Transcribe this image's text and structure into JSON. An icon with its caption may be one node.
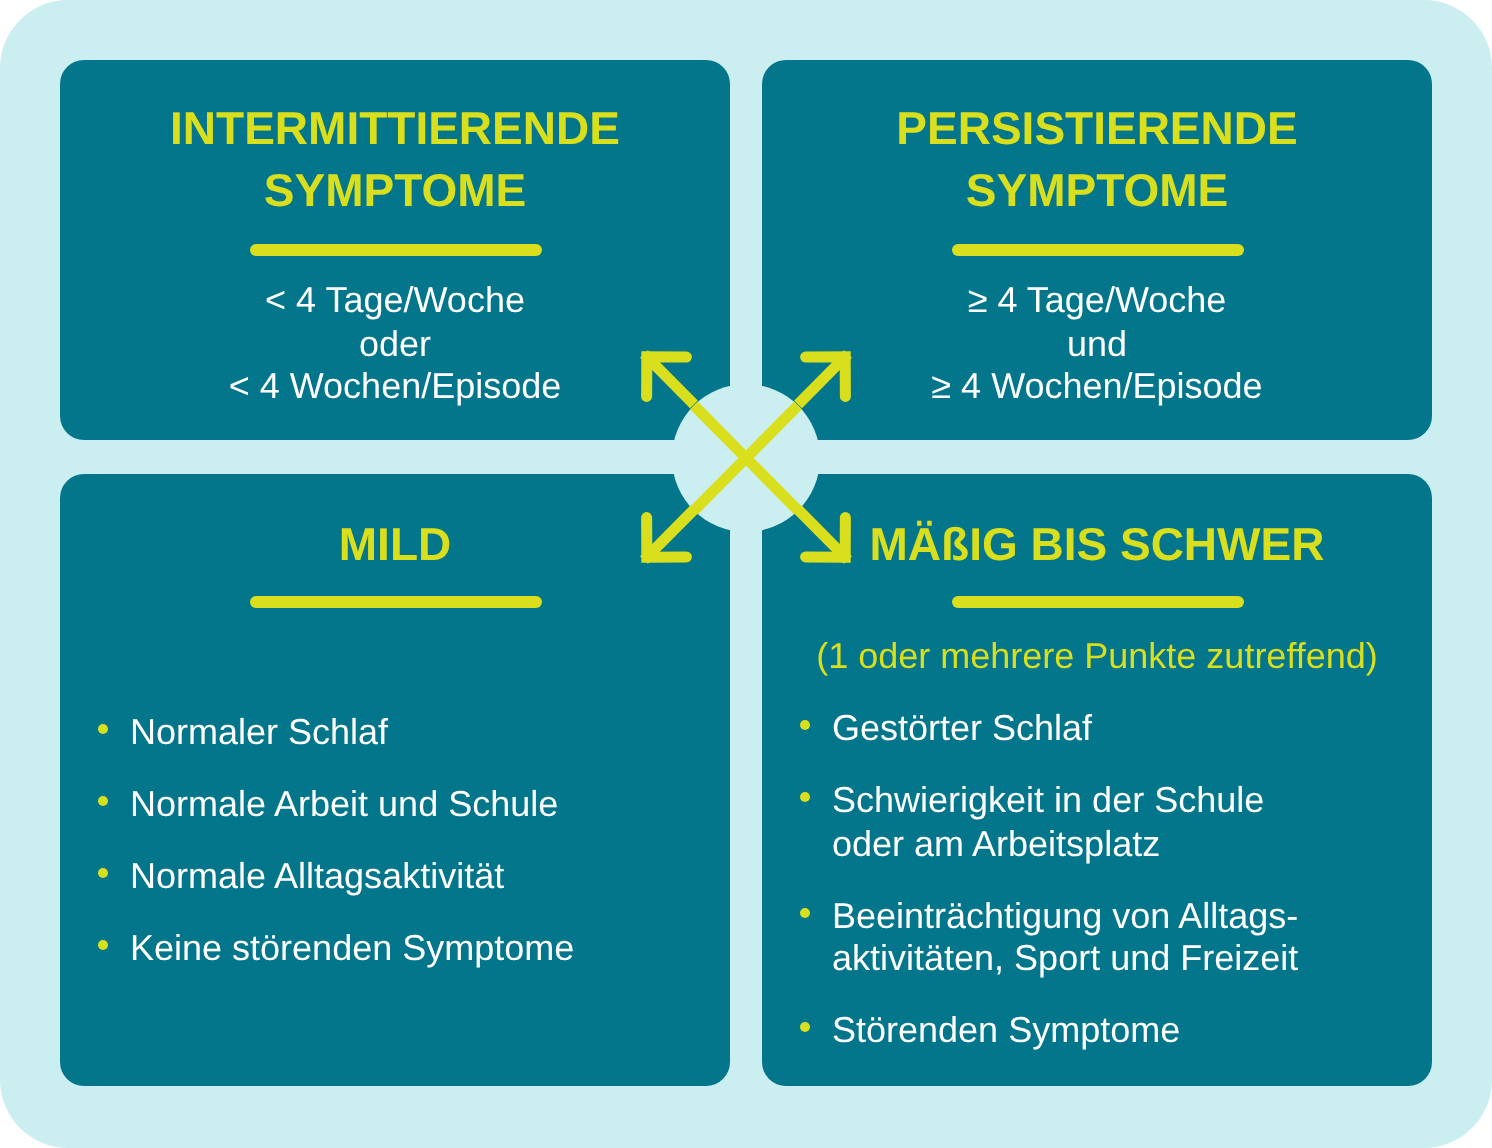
{
  "diagram": {
    "nodes": [
      {
        "text": [
          "INTERMITTIERENDE SYMPTOME",
          "< 4 Tage/Woche",
          "oder",
          "< 4 Wochen/Episode"
        ]
      },
      {
        "text": [
          "PERSISTIERENDE SYMPTOME",
          "≥ 4 Tage/Woche",
          "und",
          "≥ 4 Wochen/Episode"
        ]
      },
      {
        "text": [],
        "shape": "circle"
      },
      {
        "text": [
          "MILD",
          "Normaler Schlaf",
          "Normale Arbeit und Schule",
          "Normale Alltagsaktivität",
          "Keine störenden Symptome"
        ]
      },
      {
        "text": [
          "MÄßIG BIS SCHWER",
          "(1 oder mehrere Punkte zutreffend)",
          "Gestörter Schlaf",
          "Schwierigkeit in der Schule oder am Arbeitsplatz",
          "Beeinträchtigung von Alltags- aktivitäten, Sport und Freizeit",
          "Störenden Symptome"
        ]
      }
    ],
    "edges": [
      {
        "from": 2,
        "to": 0,
        "arrow": "to"
      },
      {
        "from": 2,
        "to": 1,
        "arrow": "to"
      },
      {
        "from": 2,
        "to": 3,
        "arrow": "to"
      },
      {
        "from": 2,
        "to": 4,
        "arrow": "to"
      }
    ]
  }
}
